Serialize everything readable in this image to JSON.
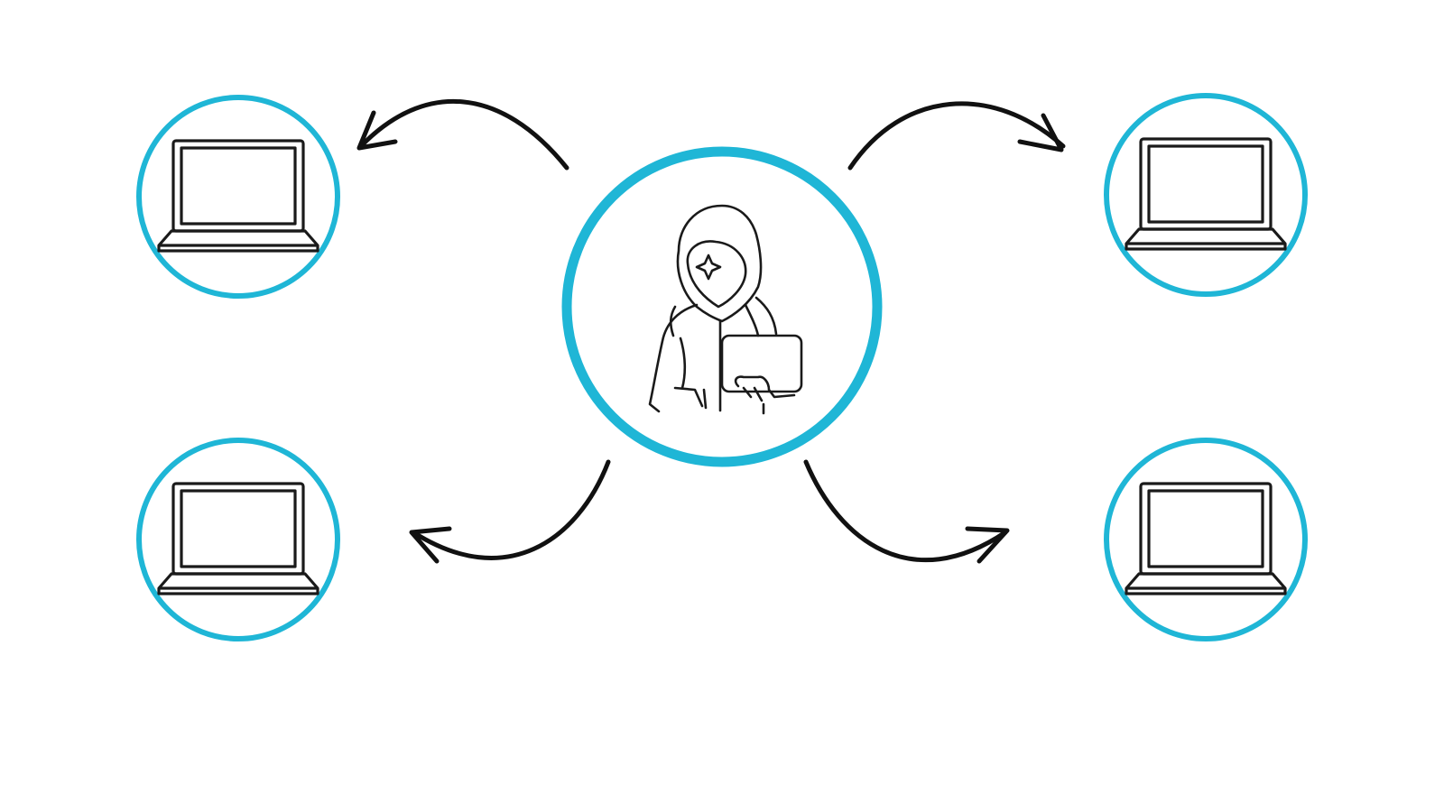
{
  "diagram": {
    "nodes": [
      {
        "id": "attacker",
        "role": "attacker",
        "icon": "hooded-hacker-icon"
      },
      {
        "id": "victim-top-left",
        "role": "target",
        "icon": "laptop-icon"
      },
      {
        "id": "victim-top-right",
        "role": "target",
        "icon": "laptop-icon"
      },
      {
        "id": "victim-bottom-left",
        "role": "target",
        "icon": "laptop-icon"
      },
      {
        "id": "victim-bottom-right",
        "role": "target",
        "icon": "laptop-icon"
      }
    ],
    "edges": [
      {
        "from": "attacker",
        "to": "victim-top-left",
        "style": "curved-arrow"
      },
      {
        "from": "attacker",
        "to": "victim-top-right",
        "style": "curved-arrow"
      },
      {
        "from": "attacker",
        "to": "victim-bottom-left",
        "style": "curved-arrow"
      },
      {
        "from": "attacker",
        "to": "victim-bottom-right",
        "style": "curved-arrow"
      }
    ],
    "colors": {
      "ring": "#1fb6d6",
      "line": "#1a1a1a",
      "background": "#ffffff"
    }
  }
}
